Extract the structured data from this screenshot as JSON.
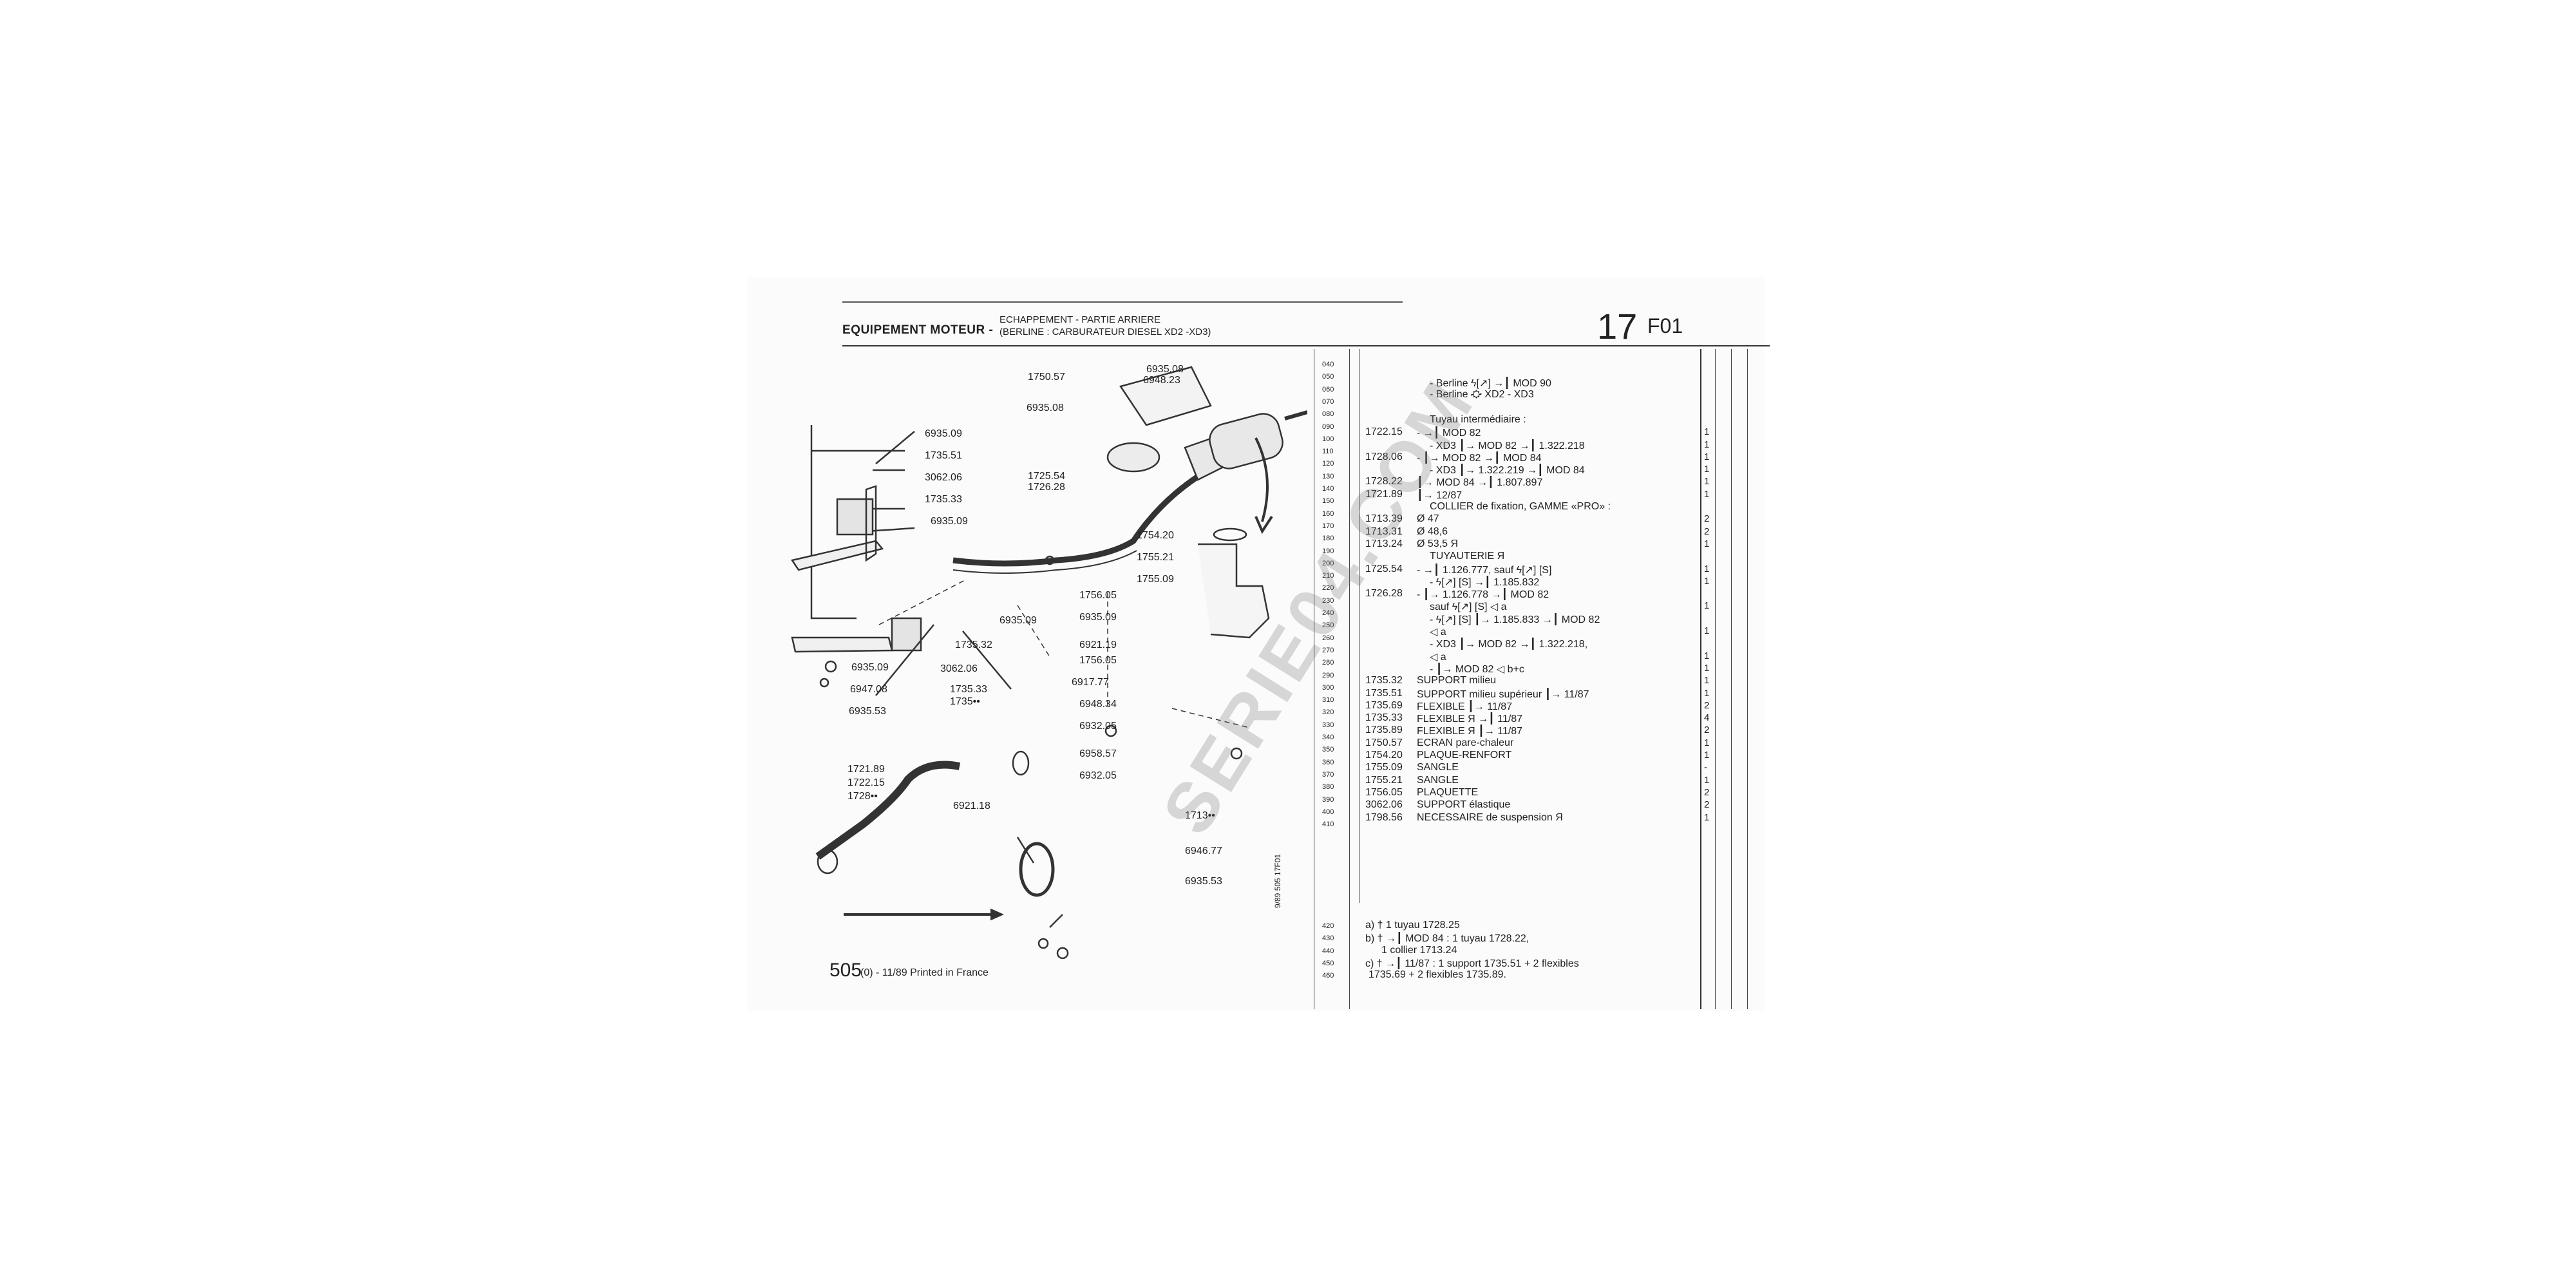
{
  "header": {
    "section": "EQUIPEMENT MOTEUR -",
    "subtitle_line1": "ECHAPPEMENT - PARTIE ARRIERE",
    "subtitle_line2": "(BERLINE : CARBURATEUR DIESEL XD2 -XD3)",
    "group_number": "17",
    "group_code": "F01"
  },
  "diagram_labels": [
    "6935.09",
    "1735.51",
    "3062.06",
    "1735.33",
    "6935.09",
    "6935.09",
    "1735.32",
    "3062.06",
    "6935.09",
    "6947.08",
    "1735.33",
    "1735••",
    "6935.53",
    "1750.57",
    "6935.08",
    "6935.08",
    "6948.23",
    "1725.54",
    "1726.28",
    "1754.20",
    "1755.21",
    "1755.09",
    "1756.05",
    "6935.09",
    "6921.19",
    "1756.05",
    "6917.77",
    "6948.34",
    "6932.05",
    "6958.57",
    "6932.05",
    "1721.89",
    "1722.15",
    "1728••",
    "6921.18",
    "1713••",
    "6946.77",
    "6935.53"
  ],
  "side_code": "9/89 505 17F01",
  "line_numbers": [
    "040",
    "050",
    "060",
    "070",
    "080",
    "090",
    "100",
    "110",
    "120",
    "130",
    "140",
    "150",
    "160",
    "170",
    "180",
    "190",
    "200",
    "210",
    "220",
    "230",
    "240",
    "250",
    "260",
    "270",
    "280",
    "290",
    "300",
    "310",
    "320",
    "330",
    "340",
    "350",
    "360",
    "370",
    "380",
    "390",
    "400",
    "410"
  ],
  "parts": [
    {
      "ref": "",
      "desc": "- Berline ϟ[↗] →┃ MOD 90",
      "qty": ""
    },
    {
      "ref": "",
      "desc": "- Berline ⛮ XD2 - XD3",
      "qty": ""
    },
    {
      "ref": "",
      "desc": "",
      "qty": ""
    },
    {
      "ref": "",
      "desc": "Tuyau intermédiaire :",
      "qty": ""
    },
    {
      "ref": "1722.15",
      "desc": "- →┃ MOD 82",
      "qty": "1"
    },
    {
      "ref": "",
      "desc": "- XD3 ┃→ MOD 82 →┃ 1.322.218",
      "qty": "1"
    },
    {
      "ref": "1728.06",
      "desc": "- ┃→ MOD 82 →┃ MOD 84",
      "qty": "1"
    },
    {
      "ref": "",
      "desc": "- XD3 ┃→ 1.322.219 →┃ MOD 84",
      "qty": "1"
    },
    {
      "ref": "1728.22",
      "desc": "┃→ MOD 84 →┃ 1.807.897",
      "qty": "1"
    },
    {
      "ref": "1721.89",
      "desc": "┃→ 12/87",
      "qty": "1"
    },
    {
      "ref": "",
      "desc": "COLLIER de fixation, GAMME «PRO» :",
      "qty": ""
    },
    {
      "ref": "1713.39",
      "desc": "Ø 47",
      "qty": "2"
    },
    {
      "ref": "1713.31",
      "desc": "Ø 48,6",
      "qty": "2"
    },
    {
      "ref": "1713.24",
      "desc": "Ø 53,5 Я",
      "qty": "1"
    },
    {
      "ref": "",
      "desc": "TUYAUTERIE Я",
      "qty": ""
    },
    {
      "ref": "1725.54",
      "desc": "- →┃ 1.126.777, sauf ϟ[↗] [S]",
      "qty": "1"
    },
    {
      "ref": "",
      "desc": "- ϟ[↗] [S] →┃ 1.185.832",
      "qty": "1"
    },
    {
      "ref": "1726.28",
      "desc": "- ┃→ 1.126.778 →┃ MOD 82",
      "qty": ""
    },
    {
      "ref": "",
      "desc": "sauf ϟ[↗] [S] ◁ a",
      "qty": "1"
    },
    {
      "ref": "",
      "desc": "- ϟ[↗] [S] ┃→ 1.185.833 →┃ MOD 82",
      "qty": ""
    },
    {
      "ref": "",
      "desc": "◁ a",
      "qty": "1"
    },
    {
      "ref": "",
      "desc": "- XD3 ┃→ MOD 82 →┃ 1.322.218,",
      "qty": ""
    },
    {
      "ref": "",
      "desc": "◁ a",
      "qty": "1"
    },
    {
      "ref": "",
      "desc": "- ┃→ MOD 82 ◁ b+c",
      "qty": "1"
    },
    {
      "ref": "1735.32",
      "desc": "SUPPORT milieu",
      "qty": "1"
    },
    {
      "ref": "1735.51",
      "desc": "SUPPORT milieu supérieur ┃→ 11/87",
      "qty": "1"
    },
    {
      "ref": "1735.69",
      "desc": "FLEXIBLE ┃→ 11/87",
      "qty": "2"
    },
    {
      "ref": "1735.33",
      "desc": "FLEXIBLE Я →┃ 11/87",
      "qty": "4"
    },
    {
      "ref": "1735.89",
      "desc": "FLEXIBLE Я ┃→ 11/87",
      "qty": "2"
    },
    {
      "ref": "1750.57",
      "desc": "ECRAN pare-chaleur",
      "qty": "1"
    },
    {
      "ref": "1754.20",
      "desc": "PLAQUE-RENFORT",
      "qty": "1"
    },
    {
      "ref": "1755.09",
      "desc": "SANGLE",
      "qty": "-"
    },
    {
      "ref": "1755.21",
      "desc": "SANGLE",
      "qty": "1"
    },
    {
      "ref": "1756.05",
      "desc": "PLAQUETTE",
      "qty": "2"
    },
    {
      "ref": "3062.06",
      "desc": "SUPPORT élastique",
      "qty": "2"
    },
    {
      "ref": "1798.56",
      "desc": "NECESSAIRE de suspension Я",
      "qty": "1"
    }
  ],
  "notes_line_numbers": [
    "420",
    "430",
    "440",
    "450",
    "460"
  ],
  "notes": [
    "a) † 1 tuyau 1728.25",
    "b) † →┃ MOD 84 : 1 tuyau 1728.22,",
    "1 collier 1713.24",
    "c) † →┃ 11/87 : 1 support 1735.51 + 2 flexibles",
    "1735.69 + 2 flexibles 1735.89."
  ],
  "footer": {
    "model": "505",
    "edition": "(0) - 11/89 Printed in France"
  },
  "watermark": "SERIE04.COM"
}
